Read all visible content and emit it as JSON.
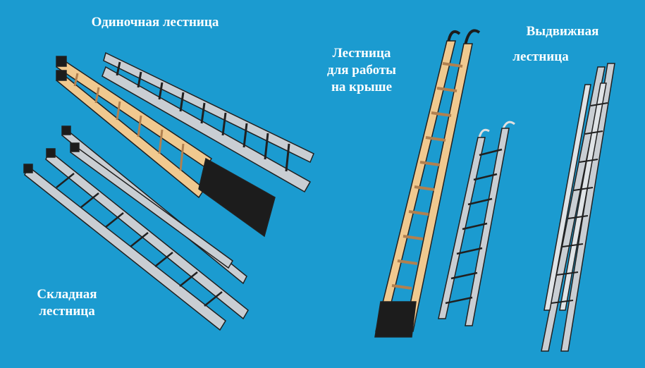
{
  "labels": {
    "single": "Одиночная лестница",
    "folding": "Складная\nлестница",
    "roof": "Лестница\nдля работы\nна крыше",
    "extension_line1": "Выдвижная",
    "extension_line2": "лестница"
  },
  "colors": {
    "background": "#1b9bd0",
    "aluminum": "#c9ced3",
    "wood": "#f0c98f",
    "steel": "#1c1c1c",
    "outline": "#202020"
  }
}
